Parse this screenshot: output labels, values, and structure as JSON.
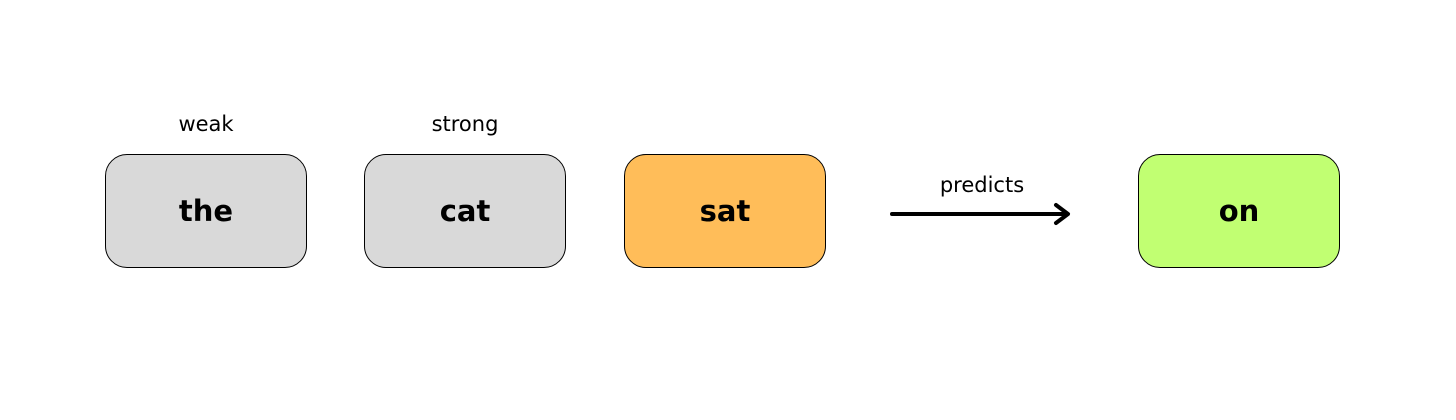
{
  "tokens": [
    {
      "text": "the",
      "color": "#d9d9d9"
    },
    {
      "text": "cat",
      "color": "#d9d9d9"
    },
    {
      "text": "sat",
      "color": "#ffbd59"
    },
    {
      "text": "on",
      "color": "#c1ff72"
    }
  ],
  "weights": [
    "weak",
    "strong"
  ],
  "relation": {
    "label": "predicts",
    "arrow_icon": "arrow-right-icon"
  }
}
